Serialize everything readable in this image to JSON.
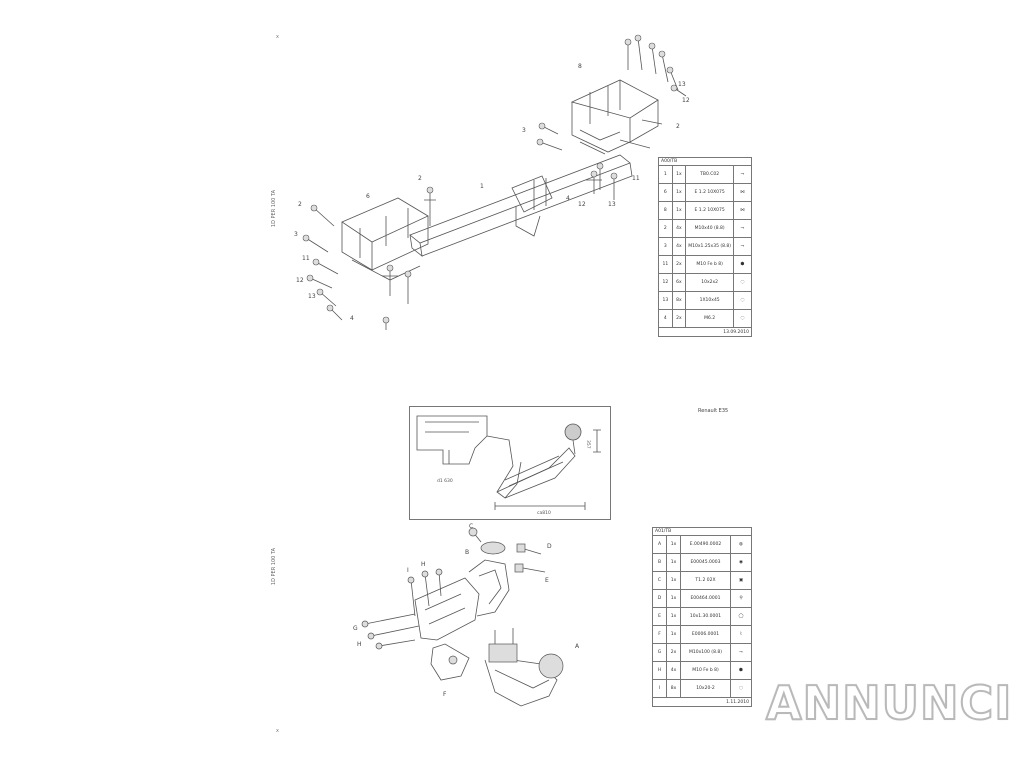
{
  "corner_marks": {
    "top": "ⅹ",
    "bottom": "ⅹ"
  },
  "side_notes": {
    "upper": "1D PER 100 TA",
    "lower": "1D PER 100 TA"
  },
  "table_upper": {
    "title": "A00/TB",
    "rows": [
      {
        "ref": "1",
        "qty": "1x",
        "code": "TB0.C02"
      },
      {
        "ref": "6",
        "qty": "1x",
        "code": "E 1.2 10X075"
      },
      {
        "ref": "8",
        "qty": "1x",
        "code": "E 1.2 10X075"
      },
      {
        "ref": "2",
        "qty": "4x",
        "code": "M10x40 (8.8)"
      },
      {
        "ref": "3",
        "qty": "4x",
        "code": "M10x1.25x35 (8.8)"
      },
      {
        "ref": "11",
        "qty": "2x",
        "code": "M10 Fe b 8)"
      },
      {
        "ref": "12",
        "qty": "6x",
        "code": "10x2x2"
      },
      {
        "ref": "13",
        "qty": "8x",
        "code": "1X10x45"
      },
      {
        "ref": "4",
        "qty": "2x",
        "code": "M6.2"
      }
    ],
    "date": "13.09.2010"
  },
  "table_lower": {
    "title": "A01/TB",
    "rows": [
      {
        "ref": "A",
        "qty": "1x",
        "code": "E.00490.0002"
      },
      {
        "ref": "B",
        "qty": "1x",
        "code": "E00045.0003"
      },
      {
        "ref": "C",
        "qty": "1x",
        "code": "T1.2 02X"
      },
      {
        "ref": "D",
        "qty": "1x",
        "code": "E00464.0001"
      },
      {
        "ref": "E",
        "qty": "1x",
        "code": "10x1.30.0001"
      },
      {
        "ref": "F",
        "qty": "1x",
        "code": "E0006.0001"
      },
      {
        "ref": "G",
        "qty": "2x",
        "code": "M10x100 (8.8)"
      },
      {
        "ref": "H",
        "qty": "4x",
        "code": "M10 Fe b 8)"
      },
      {
        "ref": "I",
        "qty": "8x",
        "code": "10x20-2"
      }
    ],
    "date": "1.11.2010"
  },
  "detail": {
    "caption": "Renault E35",
    "dim_bottom": "ca810",
    "dim_side": "357",
    "dim_left": "d1 630"
  },
  "watermark": "ANNUNCI"
}
